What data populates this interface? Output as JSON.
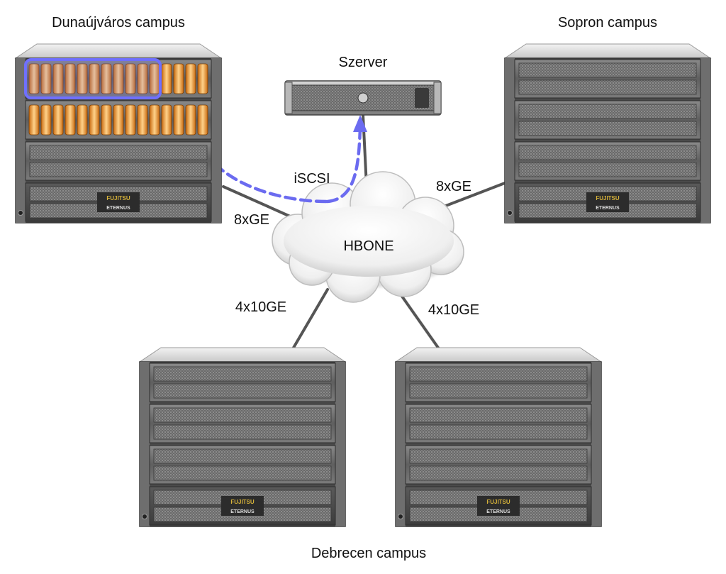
{
  "campuses": {
    "dunaujvaros": "Dunaújváros campus",
    "sopron": "Sopron campus",
    "debrecen": "Debrecen campus"
  },
  "server_label": "Szerver",
  "cloud_label": "HBONE",
  "protocol_label": "iSCSI",
  "links": {
    "dunaujvaros": "8xGE",
    "sopron": "8xGE",
    "debrecen_left": "4x10GE",
    "debrecen_right": "4x10GE"
  },
  "storage_badge": {
    "brand": "FUJITSU",
    "model": "ETERNUS"
  },
  "colors": {
    "link_line": "#555555",
    "iscsi_arrow": "#6b6bf0",
    "disk_orange": "#f0a040",
    "highlight": "#7070ff"
  }
}
